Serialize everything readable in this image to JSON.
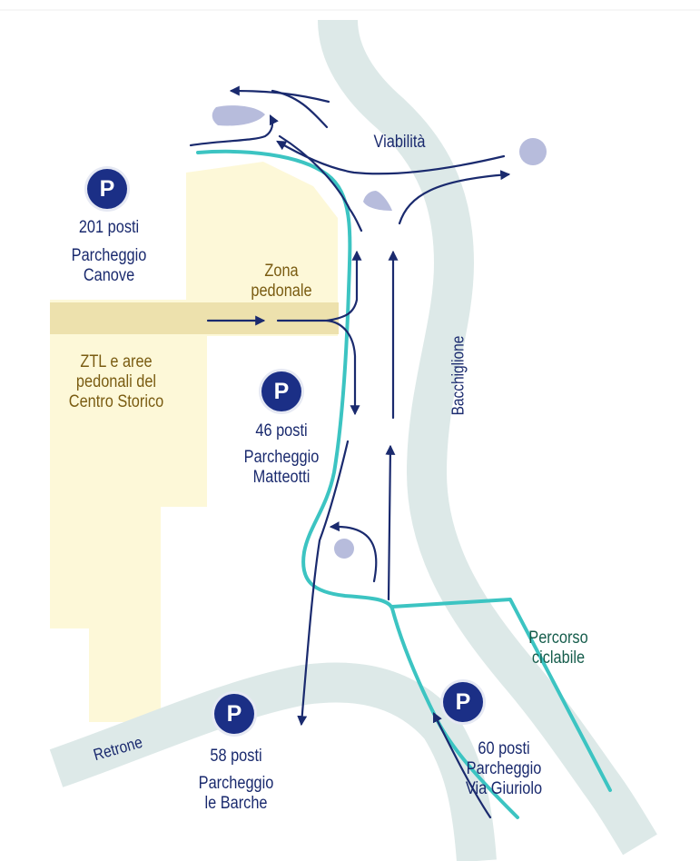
{
  "colors": {
    "river": "#dde9e8",
    "ztl": "#fdf8d8",
    "pedestrian": "#ede1ad",
    "cycle": "#3cc4c2",
    "road": "#1a2a6e",
    "island": "#b7bcdc",
    "pin": "#1b2f86"
  },
  "icons": {
    "parking": "parking-sign-icon"
  },
  "parkings": [
    {
      "letter": "P",
      "spaces": "201 posti",
      "name_line1": "Parcheggio",
      "name_line2": "Canove"
    },
    {
      "letter": "P",
      "spaces": "46 posti",
      "name_line1": "Parcheggio",
      "name_line2": "Matteotti"
    },
    {
      "letter": "P",
      "spaces": "58 posti",
      "name_line1": "Parcheggio",
      "name_line2": "le Barche"
    },
    {
      "letter": "P",
      "spaces": "60 posti",
      "name_line1": "Parcheggio",
      "name_line2": "Via Giuriolo"
    }
  ],
  "labels": {
    "viabilita": "Viabilità",
    "zona_line1": "Zona",
    "zona_line2": "pedonale",
    "ztl_line1": "ZTL e aree",
    "ztl_line2": "pedonali del",
    "ztl_line3": "Centro Storico",
    "bacchiglione": "Bacchiglione",
    "retrone": "Retrone",
    "percorso_line1": "Percorso",
    "percorso_line2": "ciclabile"
  }
}
